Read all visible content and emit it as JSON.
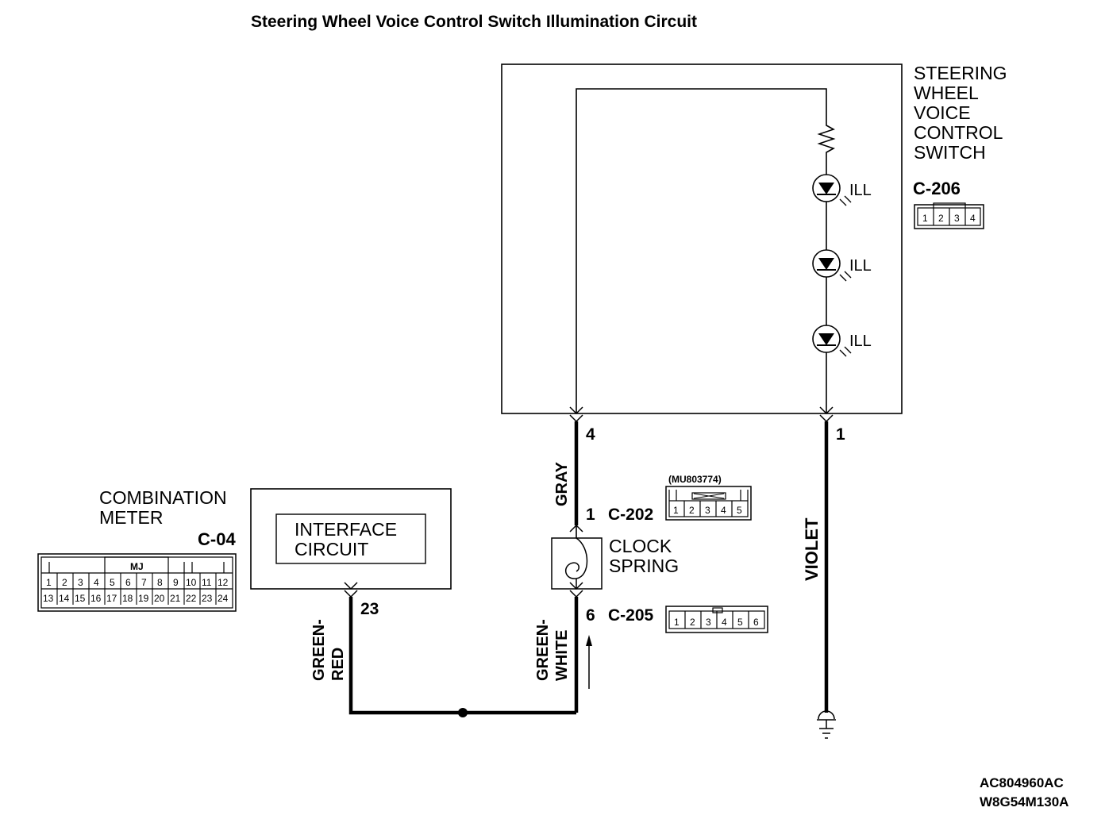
{
  "title": "Steering Wheel Voice Control Switch Illumination Circuit",
  "switch": {
    "name_lines": [
      "STEERING",
      "WHEEL",
      "VOICE",
      "CONTROL",
      "SWITCH"
    ],
    "connector": "C-206",
    "pins": [
      "1",
      "2",
      "3",
      "4"
    ],
    "ill_labels": [
      "ILL",
      "ILL",
      "ILL"
    ],
    "pin_left": "4",
    "pin_right": "1"
  },
  "combination_meter": {
    "name_lines": [
      "COMBINATION",
      "METER"
    ],
    "connector": "C-04",
    "pins_top": [
      "1",
      "2",
      "3",
      "4",
      "5",
      "6",
      "7",
      "8",
      "9",
      "10",
      "11",
      "12"
    ],
    "pins_bottom": [
      "13",
      "14",
      "15",
      "16",
      "17",
      "18",
      "19",
      "20",
      "21",
      "22",
      "23",
      "24"
    ],
    "mj_label": "MJ",
    "inner_lines": [
      "INTERFACE",
      "CIRCUIT"
    ],
    "pin": "23"
  },
  "clock_spring": {
    "name_lines": [
      "CLOCK",
      "SPRING"
    ],
    "top_pin": "1",
    "top_connector": "C-202",
    "part_number": "(MU803774)",
    "c202_pins": [
      "1",
      "2",
      "3",
      "4",
      "5"
    ],
    "bottom_pin": "6",
    "bottom_connector": "C-205",
    "c205_pins": [
      "1",
      "2",
      "3",
      "4",
      "5",
      "6"
    ]
  },
  "wires": {
    "gray": "GRAY",
    "violet": "VIOLET",
    "green_red": [
      "GREEN-",
      "RED"
    ],
    "green_white": [
      "GREEN-",
      "WHITE"
    ]
  },
  "codes": [
    "AC804960AC",
    "W8G54M130A"
  ]
}
